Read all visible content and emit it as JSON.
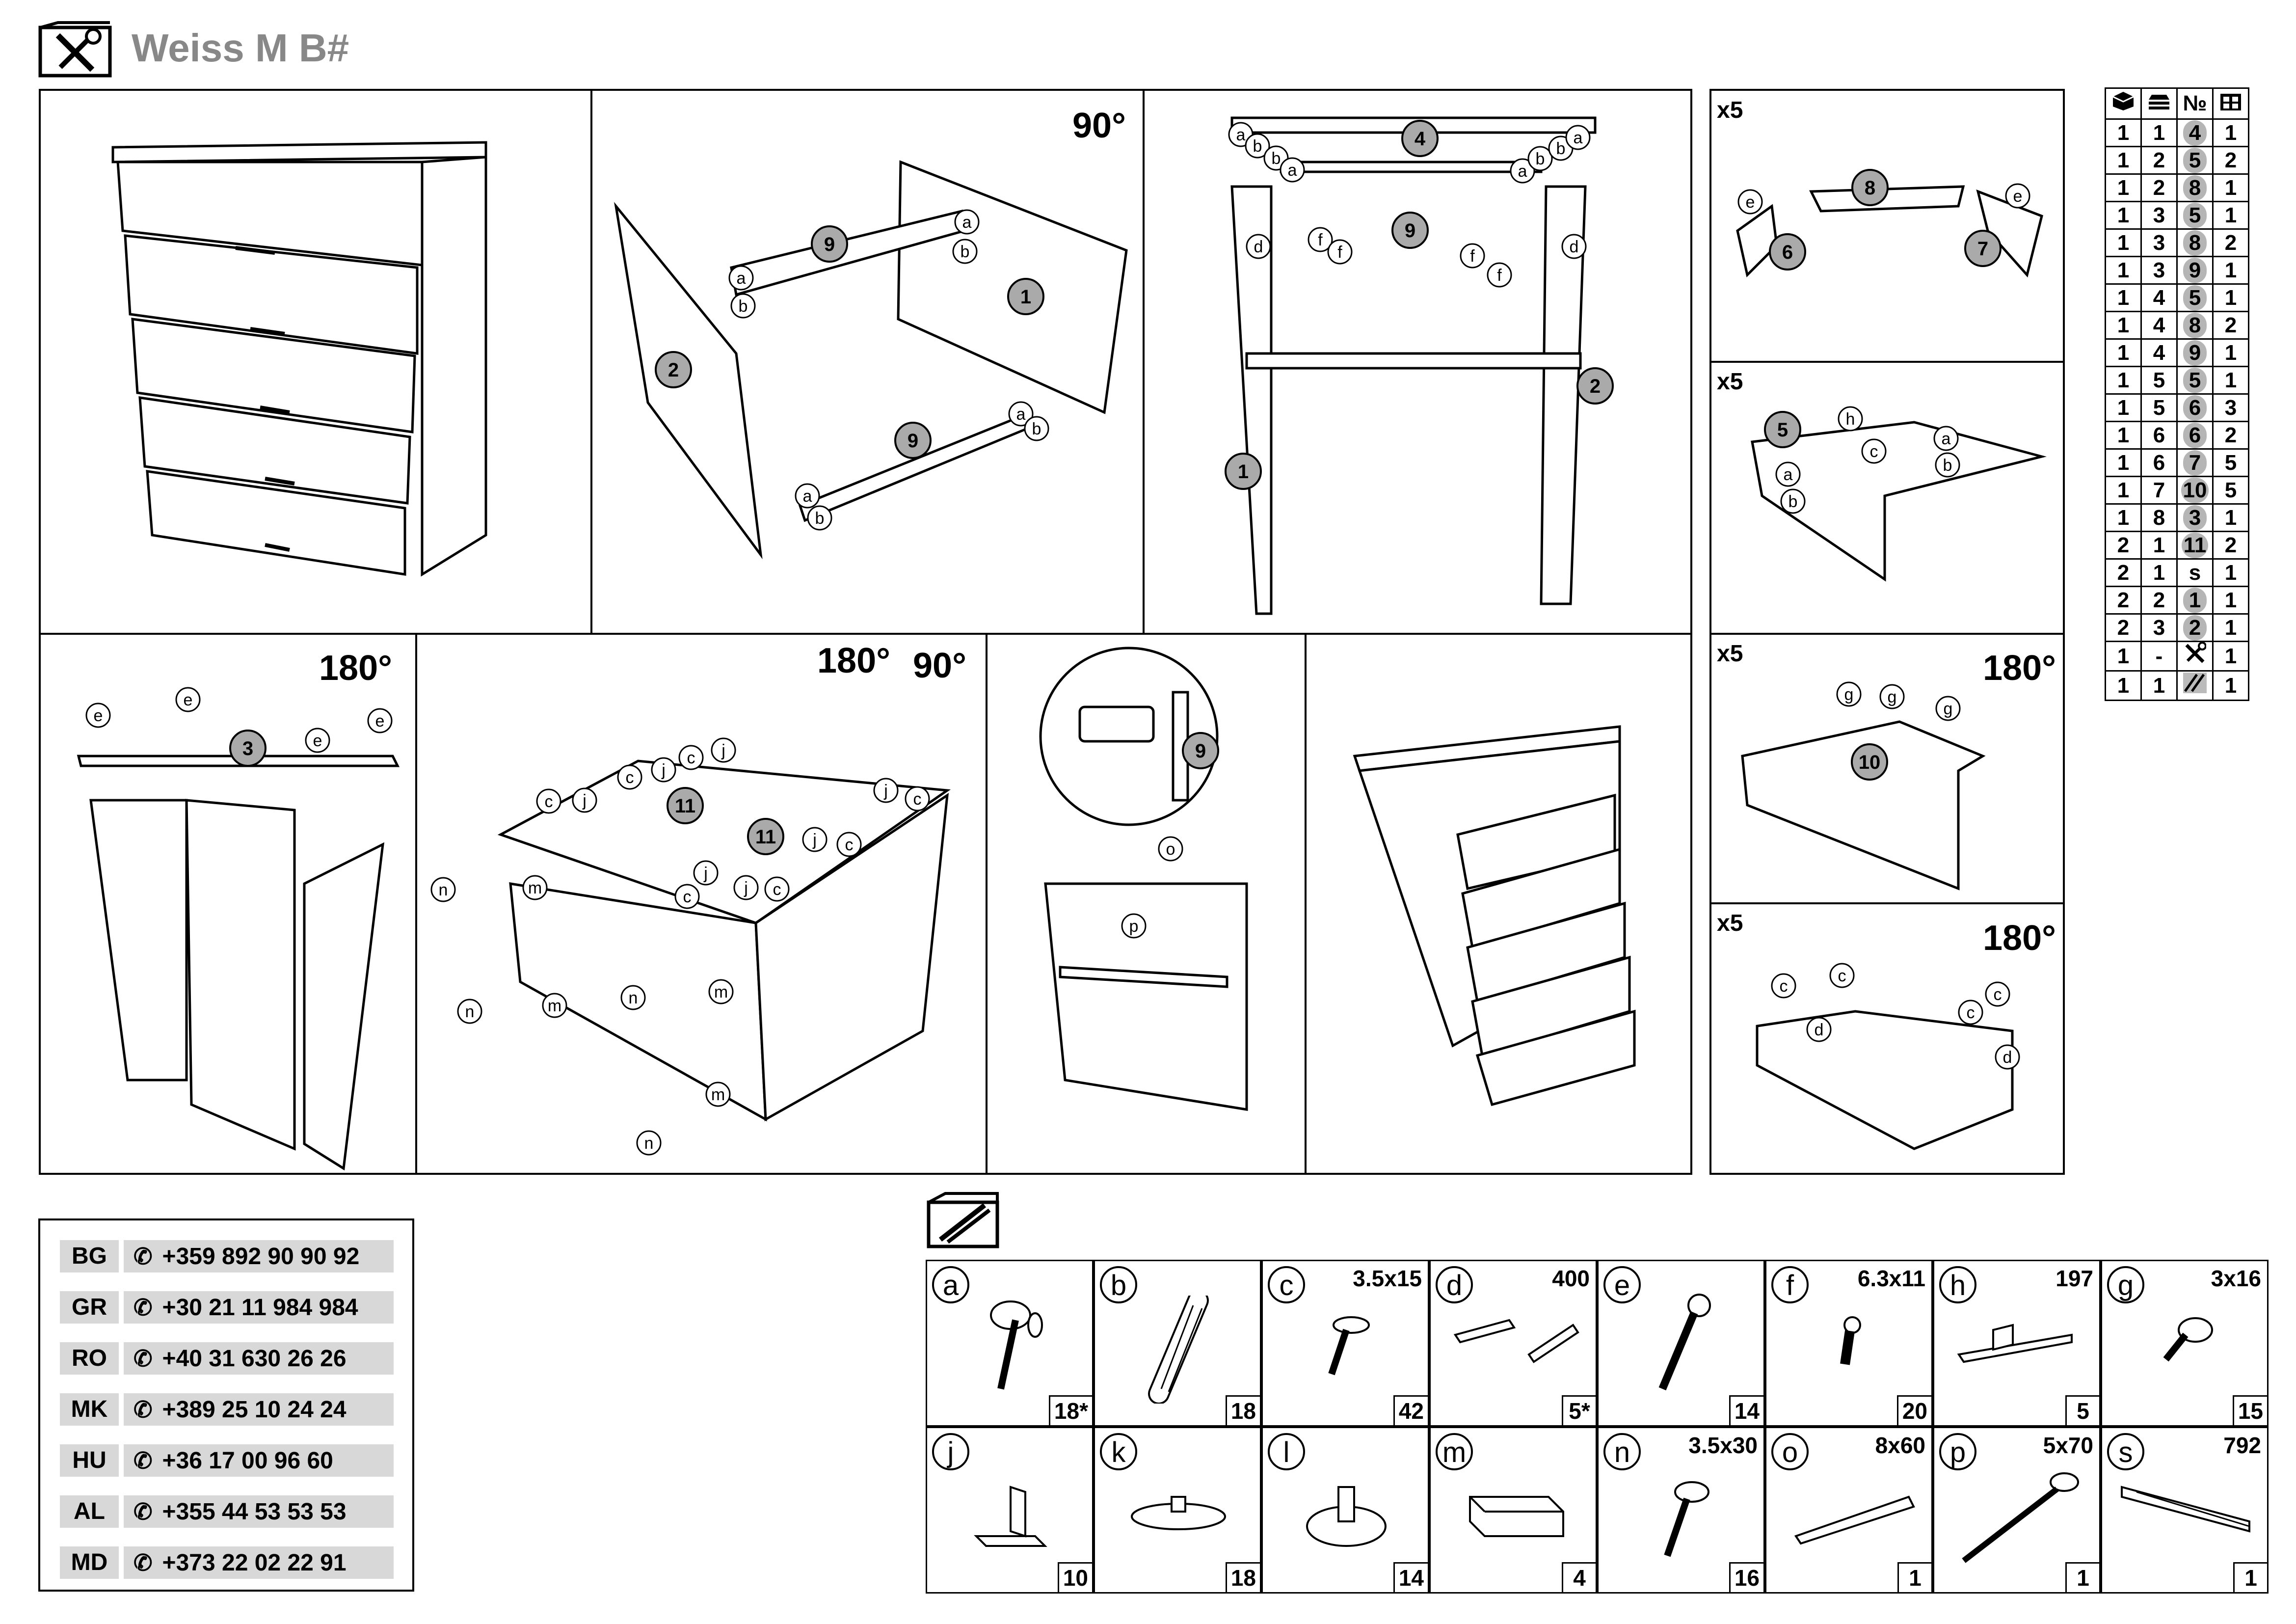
{
  "header": {
    "title": "Weiss M B#",
    "logo_icon": "tools-icon"
  },
  "step_labels": {
    "rot_90": "90°",
    "rot_180": "180°",
    "x5": "x5"
  },
  "parts_table": {
    "headers": [
      "box-icon",
      "layers-icon",
      "№",
      "grid-icon"
    ],
    "header_no": "№",
    "rows": [
      [
        "1",
        "1",
        "4",
        "1"
      ],
      [
        "1",
        "2",
        "5",
        "2"
      ],
      [
        "1",
        "2",
        "8",
        "1"
      ],
      [
        "1",
        "3",
        "5",
        "1"
      ],
      [
        "1",
        "3",
        "8",
        "2"
      ],
      [
        "1",
        "3",
        "9",
        "1"
      ],
      [
        "1",
        "4",
        "5",
        "1"
      ],
      [
        "1",
        "4",
        "8",
        "2"
      ],
      [
        "1",
        "4",
        "9",
        "1"
      ],
      [
        "1",
        "5",
        "5",
        "1"
      ],
      [
        "1",
        "5",
        "6",
        "3"
      ],
      [
        "1",
        "6",
        "6",
        "2"
      ],
      [
        "1",
        "6",
        "7",
        "5"
      ],
      [
        "1",
        "7",
        "10",
        "5"
      ],
      [
        "1",
        "8",
        "3",
        "1"
      ],
      [
        "2",
        "1",
        "11",
        "2"
      ],
      [
        "2",
        "1",
        "s",
        "1"
      ],
      [
        "2",
        "2",
        "1",
        "1"
      ],
      [
        "2",
        "3",
        "2",
        "1"
      ],
      [
        "1",
        "-",
        "tools-icon",
        "1"
      ],
      [
        "1",
        "1",
        "slats-icon",
        "1"
      ]
    ]
  },
  "contacts": [
    {
      "code": "BG",
      "phone": "+359 892 90 90 92"
    },
    {
      "code": "GR",
      "phone": "+30 21 11 984 984"
    },
    {
      "code": "RO",
      "phone": "+40 31 630 26 26"
    },
    {
      "code": "MK",
      "phone": "+389 25 10 24 24"
    },
    {
      "code": "HU",
      "phone": "+36 17 00 96 60"
    },
    {
      "code": "AL",
      "phone": "+355 44 53 53 53"
    },
    {
      "code": "MD",
      "phone": "+373 22 02 22 91"
    }
  ],
  "phone_icon": "phone-icon",
  "hardware_icon": "screwdriver-icon",
  "hardware": [
    {
      "letter": "a",
      "size": "",
      "qty": "18*"
    },
    {
      "letter": "b",
      "size": "",
      "qty": "18"
    },
    {
      "letter": "c",
      "size": "3.5x15",
      "qty": "42"
    },
    {
      "letter": "d",
      "size": "400",
      "qty": "5*"
    },
    {
      "letter": "e",
      "size": "",
      "qty": "14"
    },
    {
      "letter": "f",
      "size": "6.3x11",
      "qty": "20"
    },
    {
      "letter": "h",
      "size": "197",
      "qty": "5"
    },
    {
      "letter": "g",
      "size": "3x16",
      "qty": "15"
    },
    {
      "letter": "j",
      "size": "",
      "qty": "10"
    },
    {
      "letter": "k",
      "size": "",
      "qty": "18"
    },
    {
      "letter": "l",
      "size": "",
      "qty": "14"
    },
    {
      "letter": "m",
      "size": "",
      "qty": "4"
    },
    {
      "letter": "n",
      "size": "3.5x30",
      "qty": "16"
    },
    {
      "letter": "o",
      "size": "8x60",
      "qty": "1"
    },
    {
      "letter": "p",
      "size": "5x70",
      "qty": "1"
    },
    {
      "letter": "s",
      "size": "792",
      "qty": "1"
    }
  ]
}
